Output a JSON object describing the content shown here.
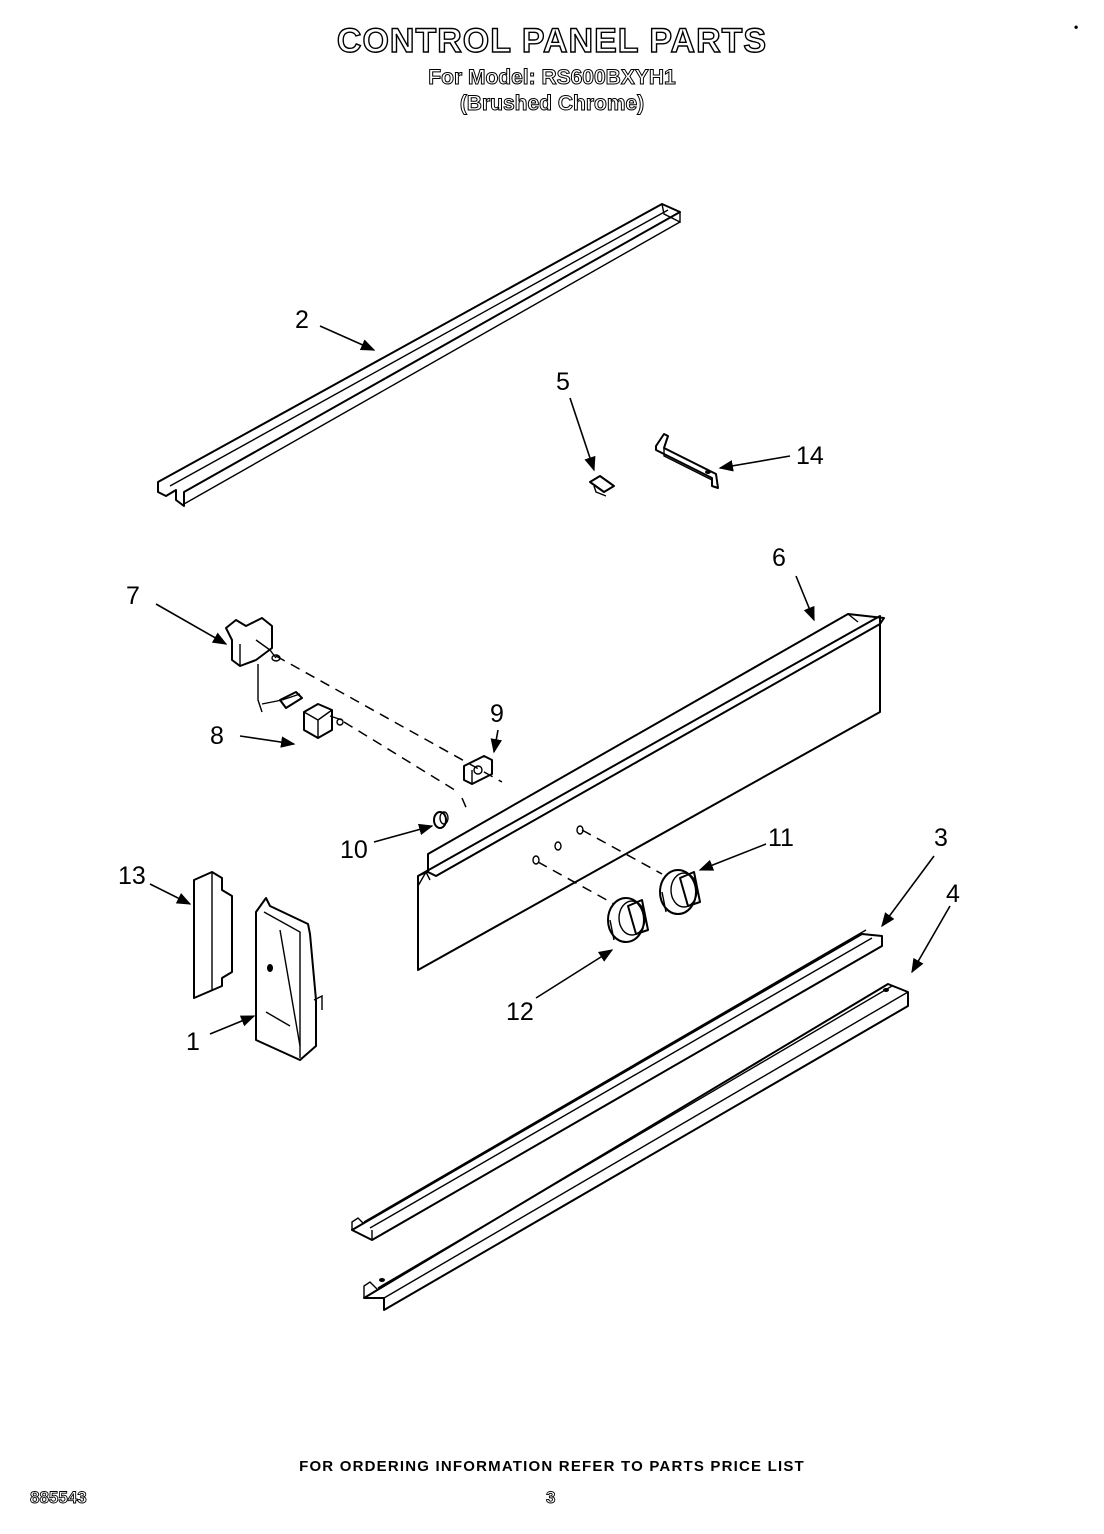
{
  "header": {
    "title": "CONTROL PANEL PARTS",
    "model_line": "For Model: RS600BXYH1",
    "finish_line": "(Brushed Chrome)"
  },
  "corner_mark": "•",
  "callouts": {
    "c1": "1",
    "c2": "2",
    "c3": "3",
    "c4": "4",
    "c5": "5",
    "c6": "6",
    "c7": "7",
    "c8": "8",
    "c9": "9",
    "c10": "10",
    "c11": "11",
    "c12": "12",
    "c13": "13",
    "c14": "14"
  },
  "footer": {
    "ordering_note": "FOR ORDERING INFORMATION REFER TO PARTS PRICE LIST",
    "document_number": "885543",
    "page_number": "3"
  }
}
